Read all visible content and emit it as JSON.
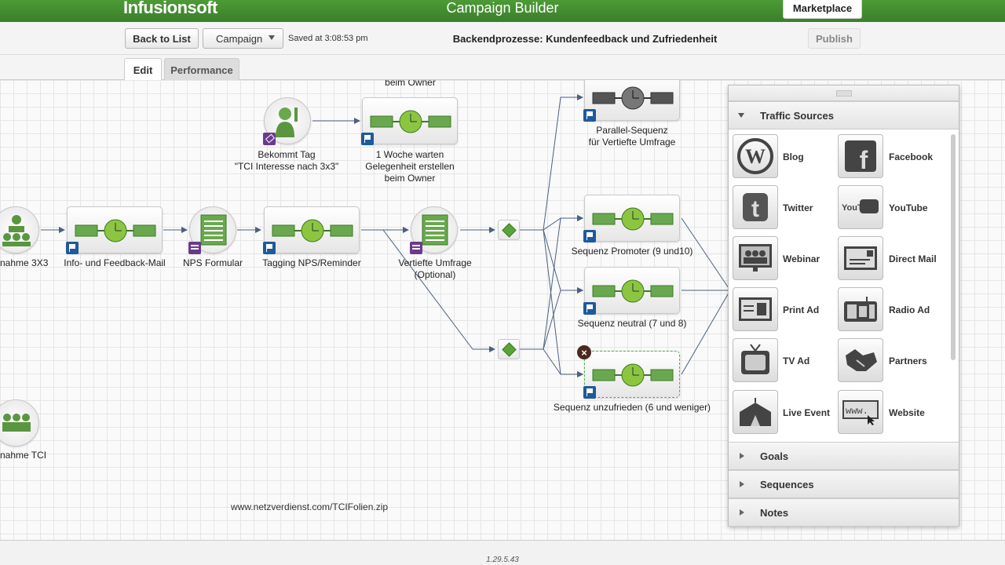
{
  "header": {
    "brand": "Infusionsoft",
    "title": "Campaign Builder",
    "marketplace_label": "Marketplace"
  },
  "toolbar": {
    "back_label": "Back to List",
    "campaign_label": "Campaign",
    "saved_text": "Saved at 3:08:53 pm",
    "campaign_name": "Backendprozesse: Kundenfeedback und Zufriedenheit",
    "publish_label": "Publish"
  },
  "tabs": {
    "edit": "Edit",
    "performance": "Performance"
  },
  "nodes": {
    "top_owner": "beim Owner",
    "tag_line1": "Bekommt Tag",
    "tag_line2": "\"TCI Interesse nach 3x3\"",
    "wait_line1": "1 Woche warten",
    "wait_line2": "Gelegenheit erstellen",
    "wait_line3": "beim Owner",
    "parallel_line1": "Parallel-Sequenz",
    "parallel_line2": "für Vertiefte Umfrage",
    "teilnahme_3x3": "nahme 3X3",
    "info_mail": "Info- und Feedback-Mail",
    "nps_form": "NPS Formular",
    "tagging_nps": "Tagging NPS/Reminder",
    "vertiefte_line1": "Vertiefte Umfrage",
    "vertiefte_line2": "(Optional)",
    "promoter": "Sequenz Promoter (9 und10)",
    "neutral": "Sequenz neutral (7 und 8)",
    "unzufrieden": "Sequenz unzufrieden (6 und weniger)",
    "teilnahme_tci": "nahme TCI"
  },
  "url_note": "www.netzverdienst.com/TCIFolien.zip",
  "panel": {
    "traffic_sources": "Traffic Sources",
    "tiles": [
      {
        "label": "Blog",
        "icon": "wordpress-icon"
      },
      {
        "label": "Facebook",
        "icon": "facebook-icon"
      },
      {
        "label": "Twitter",
        "icon": "twitter-icon"
      },
      {
        "label": "YouTube",
        "icon": "youtube-icon"
      },
      {
        "label": "Webinar",
        "icon": "webinar-icon"
      },
      {
        "label": "Direct Mail",
        "icon": "direct-mail-icon"
      },
      {
        "label": "Print Ad",
        "icon": "print-ad-icon"
      },
      {
        "label": "Radio Ad",
        "icon": "radio-icon"
      },
      {
        "label": "TV Ad",
        "icon": "tv-icon"
      },
      {
        "label": "Partners",
        "icon": "handshake-icon"
      },
      {
        "label": "Live Event",
        "icon": "tent-icon"
      },
      {
        "label": "Website",
        "icon": "website-icon"
      }
    ],
    "youtube_logo_text": "YouTube",
    "website_logo_text": "www.",
    "goals": "Goals",
    "sequences": "Sequences",
    "notes": "Notes"
  },
  "version": "1.29.5.43"
}
